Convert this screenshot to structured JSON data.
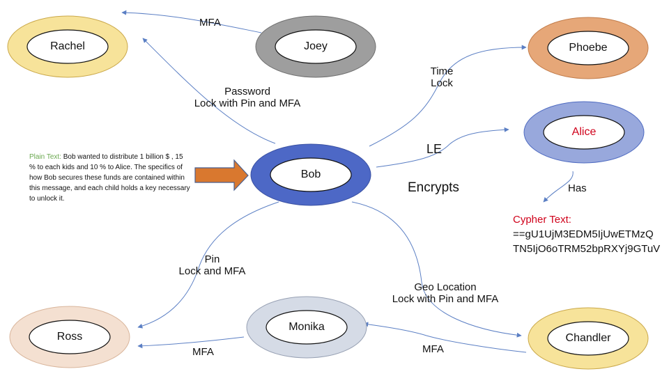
{
  "nodes": {
    "rachel": {
      "name": "Rachel",
      "ring": "#f7e39a",
      "stroke": "#caa84a",
      "text_color": "#111111"
    },
    "joey": {
      "name": "Joey",
      "ring": "#9e9e9e",
      "stroke": "#6f6f6f",
      "text_color": "#111111"
    },
    "phoebe": {
      "name": "Phoebe",
      "ring": "#e6a778",
      "stroke": "#c27c4a",
      "text_color": "#111111"
    },
    "alice": {
      "name": "Alice",
      "ring": "#98a8dc",
      "stroke": "#4f6bc1",
      "text_color": "#d0021b"
    },
    "bob": {
      "name": "Bob",
      "ring": "#4d68c6",
      "stroke": "#3a51a3",
      "text_color": "#111111"
    },
    "ross": {
      "name": "Ross",
      "ring": "#f4e0d1",
      "stroke": "#d9b59b",
      "text_color": "#111111"
    },
    "monika": {
      "name": "Monika",
      "ring": "#d5dbe6",
      "stroke": "#97a0b3",
      "text_color": "#111111"
    },
    "chandler": {
      "name": "Chandler",
      "ring": "#f7e39a",
      "stroke": "#caa84a",
      "text_color": "#111111"
    }
  },
  "edges": {
    "mfa_joey_rachel": "MFA",
    "password_line1": "Password",
    "password_line2": "Lock with Pin and MFA",
    "time_line1": "Time",
    "time_line2": "Lock",
    "le": "LE",
    "encrypts": "Encrypts",
    "has": "Has",
    "pin_line1": "Pin",
    "pin_line2": "Lock and MFA",
    "geo_line1": "Geo Location",
    "geo_line2": "Lock with Pin and MFA",
    "mfa_monika_ross": "MFA",
    "mfa_chandler_monika": "MFA"
  },
  "plain_text": {
    "label": "Plain Text:",
    "body": " Bob wanted to distribute 1 billion $ , 15 % to each kids and 10 % to Alice. The specifics of how Bob secures these funds are contained within this message, and each child holds a key necessary to unlock it."
  },
  "cypher_text": {
    "label": "Cypher Text:",
    "line1": "==gU1UjM3EDM5IjUwETMzQ",
    "line2": "TN5IjO6oTRM52bpRXYj9GTuV"
  },
  "colors": {
    "edge": "#5b7fc4",
    "arrow_fill": "#d9782f",
    "arrow_stroke": "#4a5f8f",
    "plain_label": "#6aa84f",
    "cypher_label": "#d0021b"
  }
}
